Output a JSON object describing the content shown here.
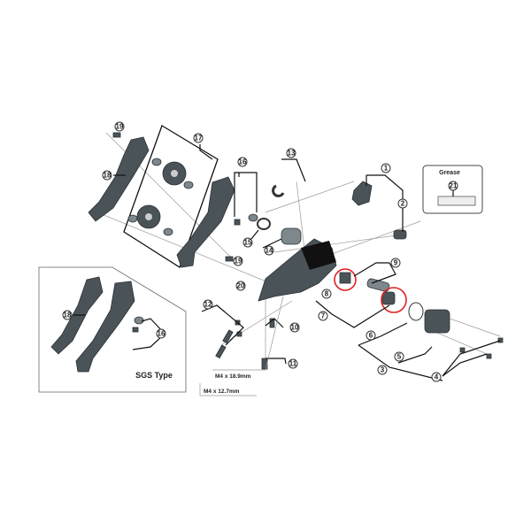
{
  "callouts": {
    "c1": "1",
    "c2": "2",
    "c3": "3",
    "c4": "4",
    "c5": "5",
    "c6": "6",
    "c7": "7",
    "c8": "8",
    "c9": "9",
    "c10": "10",
    "c11": "11",
    "c12": "12",
    "c13": "13",
    "c14": "14",
    "c15": "15",
    "c16": "16",
    "c17": "17",
    "c18": "18",
    "c19": "19",
    "c20": "20",
    "c21": "21"
  },
  "grease_box": {
    "title": "Grease",
    "part": "21"
  },
  "inset": {
    "title": "SGS Type",
    "parts": [
      "18",
      "16"
    ]
  },
  "bolt_labels": {
    "long": "M4 x 18.9mm",
    "short": "M4 x 12.7mm"
  },
  "highlight_color": "#e02020"
}
